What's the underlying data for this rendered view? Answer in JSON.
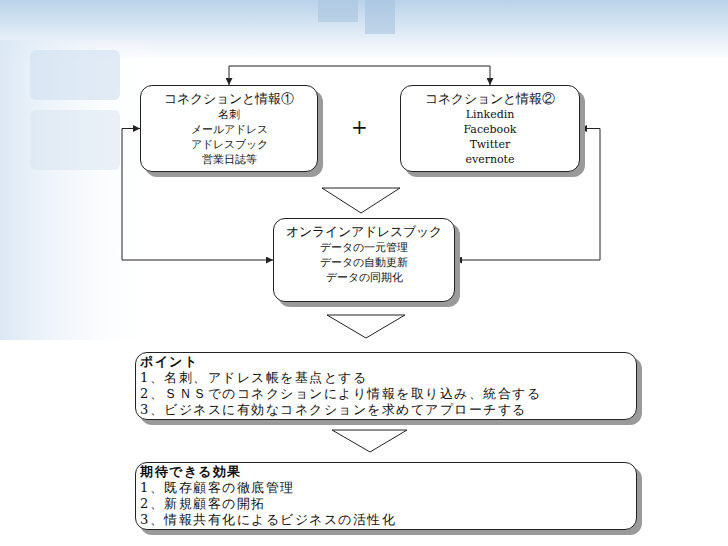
{
  "diagram": {
    "nodes": [
      {
        "text": [
          "コネクションと情報①",
          "名刺",
          "メールアドレス",
          "アドレスブック",
          "営業日誌等"
        ]
      },
      {
        "text": [
          "コネクションと情報②",
          "Linkedin",
          "Facebook",
          "Twitter",
          "evernote"
        ]
      },
      {
        "text": [
          "オンラインアドレスブック",
          "データの一元管理",
          "データの自動更新",
          "データの同期化"
        ]
      },
      {
        "text": [
          "ポイント",
          "1、名刺、アドレス帳を基点とする",
          "2、ＳＮＳでのコネクションにより情報を取り込み、統合する",
          "3、ビジネスに有効なコネクションを求めてアプローチする"
        ]
      },
      {
        "text": [
          "期待できる効果",
          "1、既存顧客の徹底管理",
          "2、新規顧客の開拓",
          "3、情報共有化によるビジネスの活性化"
        ]
      }
    ],
    "edges": [
      {
        "from": 0,
        "to": 1,
        "arrow": "both"
      },
      {
        "from": 2,
        "to": 0,
        "arrow": "both"
      },
      {
        "from": 2,
        "to": 1,
        "arrow": "both"
      }
    ],
    "labels": [
      "+"
    ]
  }
}
